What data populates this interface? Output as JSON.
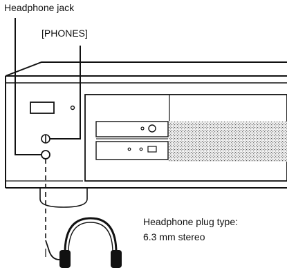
{
  "labels": {
    "headphone_jack": "Headphone jack",
    "phones": "[PHONES]",
    "plug_type_line1": "Headphone plug type:",
    "plug_type_line2": "6.3 mm stereo"
  }
}
